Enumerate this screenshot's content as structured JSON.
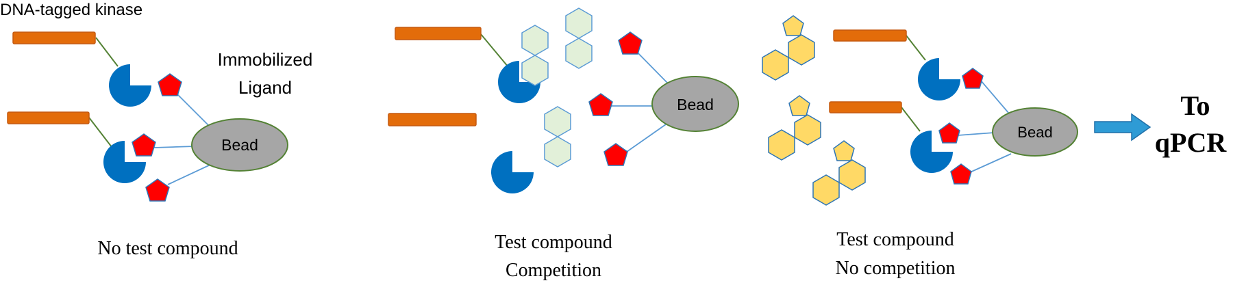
{
  "labels": {
    "dna_tagged_kinase": "DNA-tagged kinase",
    "immobilized_line1": "Immobilized",
    "immobilized_line2": "Ligand",
    "bead": "Bead",
    "to": "To",
    "qpcr": "qPCR"
  },
  "panels": [
    {
      "caption_line1": "No test compound",
      "caption_line2": ""
    },
    {
      "caption_line1": "Test compound",
      "caption_line2": "Competition"
    },
    {
      "caption_line1": "Test compound",
      "caption_line2": "No competition"
    }
  ],
  "colors": {
    "dna_tag": "#E36C0A",
    "kinase": "#0070C0",
    "ligand": "#FF0000",
    "ligand_stroke": "#2E75B6",
    "bead_fill": "#A6A6A6",
    "bead_stroke": "#548235",
    "competitor_bound": "#E2F0D9",
    "competitor_bound_stroke": "#5B9BD5",
    "competitor_free": "#FFD966",
    "competitor_free_stroke": "#2E75B6",
    "tether": "#548235",
    "bead_link": "#5B9BD5",
    "arrow": "#2E9BD5"
  },
  "icons": [
    "pacman-kinase-icon",
    "pentagon-ligand-icon",
    "hexagon-compound-icon",
    "bead-icon",
    "right-arrow-icon"
  ]
}
